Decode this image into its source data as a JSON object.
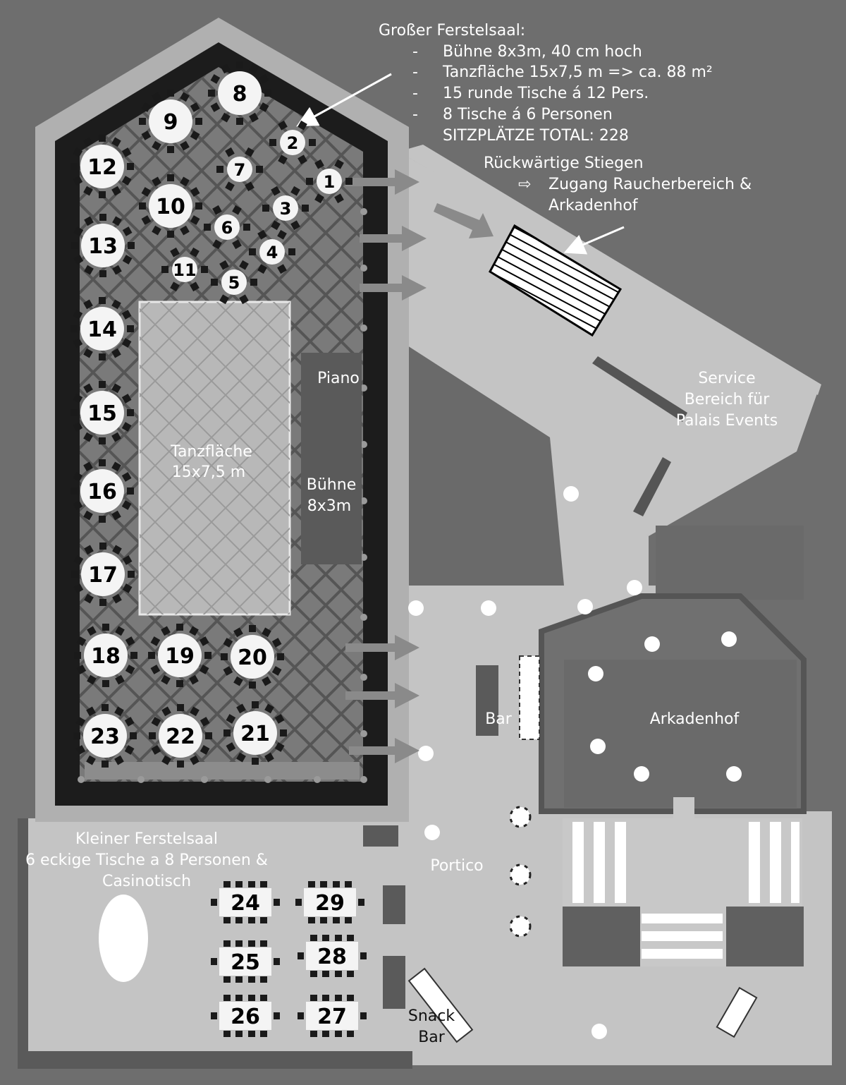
{
  "info_box": {
    "title": "Großer Ferstelsaal:",
    "lines": [
      "Bühne 8x3m, 40 cm hoch",
      "Tanzfläche 15x7,5 m =>  ca. 88 m²",
      "15 runde Tische á 12 Pers.",
      "8 Tische á 6 Personen",
      "SITZPLÄTZE TOTAL: 228"
    ],
    "bullet": "-"
  },
  "stairs": {
    "title": "Rückwärtige Stiegen",
    "arrow_glyph": "⇨",
    "line1": "Zugang Raucherbereich &",
    "line2": "Arkadenhof"
  },
  "service": {
    "line1": "Service",
    "line2": "Bereich für",
    "line3": "Palais Events"
  },
  "dancefloor": {
    "line1": "Tanzfläche",
    "line2": "15x7,5 m"
  },
  "piano": "Piano",
  "stage": {
    "line1": "Bühne",
    "line2": "8x3m"
  },
  "bar": "Bar",
  "arkadenhof": "Arkadenhof",
  "portico": "Portico",
  "snack_bar": {
    "line1": "Snack",
    "line2": "Bar"
  },
  "small_hall": {
    "line1": "Kleiner Ferstelsaal",
    "line2": "6 eckige Tische a 8 Personen &",
    "line3": "Casinotisch"
  },
  "tables": {
    "small_round": [
      "1",
      "2",
      "3",
      "4",
      "5",
      "6",
      "7",
      "11"
    ],
    "large_round": [
      "8",
      "9",
      "10",
      "12",
      "13",
      "14",
      "15",
      "16",
      "17",
      "18",
      "19",
      "20",
      "21",
      "22",
      "23"
    ],
    "rect": [
      "24",
      "25",
      "26",
      "27",
      "28",
      "29"
    ]
  },
  "colors": {
    "background": "#6e6e6e",
    "floor_light": "#c4c4c4",
    "hall_wall": "#1a1a1a",
    "hall_floor": "#7a7a7a",
    "dancefloor": "#b4b4b4",
    "table_fill": "#f4f4f4",
    "chair": "#1a1a1a"
  }
}
